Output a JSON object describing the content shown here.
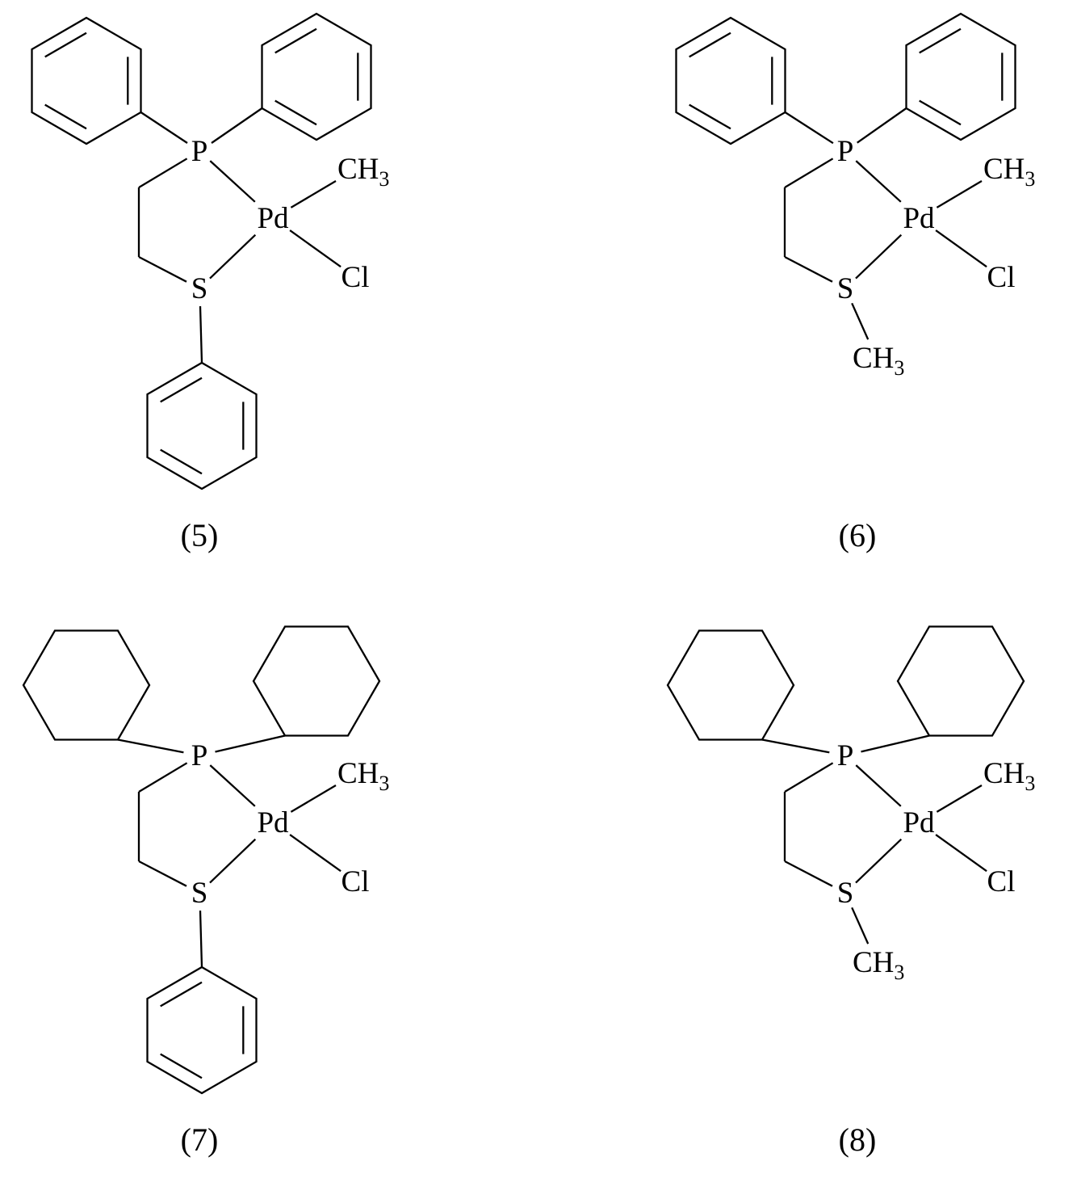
{
  "structures": {
    "s5": {
      "caption": "(5)",
      "p": "P",
      "pd": "Pd",
      "s": "S",
      "cl": "Cl",
      "ch": "CH",
      "sub3": "3"
    },
    "s6": {
      "caption": "(6)",
      "p": "P",
      "pd": "Pd",
      "s": "S",
      "cl": "Cl",
      "ch": "CH",
      "sub3": "3"
    },
    "s7": {
      "caption": "(7)",
      "p": "P",
      "pd": "Pd",
      "s": "S",
      "cl": "Cl",
      "ch": "CH",
      "sub3": "3"
    },
    "s8": {
      "caption": "(8)",
      "p": "P",
      "pd": "Pd",
      "s": "S",
      "cl": "Cl",
      "ch": "CH",
      "sub3": "3"
    }
  }
}
